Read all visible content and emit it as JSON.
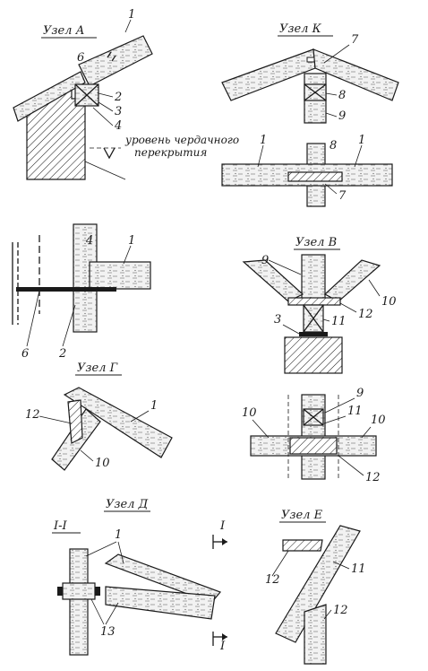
{
  "titles": {
    "a": "Узел А",
    "k": "Узел К",
    "v": "Узел В",
    "g": "Узел Г",
    "d": "Узел Д",
    "e": "Узел Е",
    "section": "I-I",
    "cut_top": "I",
    "cut_bottom": "I"
  },
  "notes": {
    "floor_level_line1": "уровень чердачного",
    "floor_level_line2": "перекрытия"
  },
  "labels": {
    "a1": "1",
    "a6": "6",
    "a2": "2",
    "a3": "3",
    "a4": "4",
    "k7top": "7",
    "k8top": "8",
    "k9": "9",
    "k1left": "1",
    "k8bot": "8",
    "k1right": "1",
    "k7bot": "7",
    "m4": "4",
    "m1": "1",
    "m6": "6",
    "m2": "2",
    "v9": "9",
    "v10": "10",
    "v12": "12",
    "v3": "3",
    "v11": "11",
    "g12": "12",
    "g1": "1",
    "g10": "10",
    "b9": "9",
    "b10left": "10",
    "b11": "11",
    "b10right": "10",
    "b12": "12",
    "d1": "1",
    "d13": "13",
    "e12top": "12",
    "e11": "11",
    "e12bot": "12"
  }
}
